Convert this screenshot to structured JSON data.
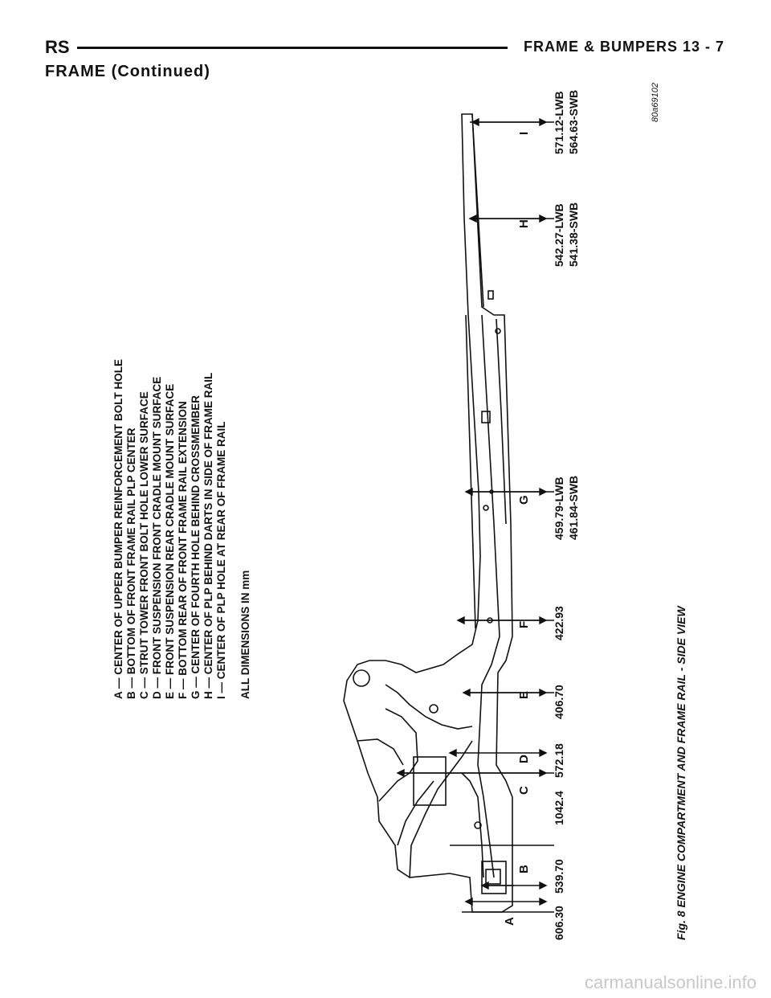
{
  "header": {
    "left": "RS",
    "right": "FRAME & BUMPERS     13 - 7"
  },
  "continued": "FRAME (Continued)",
  "legend": [
    "A — CENTER OF UPPER BUMPER REINFORCEMENT BOLT HOLE",
    "B — BOTTOM OF FRONT FRAME RAIL PLP CENTER",
    "C — STRUT TOWER FRONT BOLT HOLE LOWER SURFACE",
    "D — FRONT SUSPENSION FRONT CRADLE MOUNT SURFACE",
    "E — FRONT SUSPENSION REAR CRADLE MOUNT SURFACE",
    "F — BOTTOM REAR OF FRONT FRAME RAIL EXTENSION",
    "G — CENTER OF FOURTH HOLE BEHIND CROSSMEMBER",
    "H — CENTER OF PLP BEHIND DARTS IN SIDE OF FRAME RAIL",
    "I — CENTER OF PLP HOLE AT REAR OF FRAME RAIL"
  ],
  "all_dims": "ALL DIMENSIONS IN mm",
  "dimensions": [
    {
      "letter": "A",
      "value": "606.30"
    },
    {
      "letter": "B",
      "value": "539.70"
    },
    {
      "letter": "C",
      "value": "1042.4"
    },
    {
      "letter": "D",
      "value": "572.18"
    },
    {
      "letter": "E",
      "value": "406.70"
    },
    {
      "letter": "F",
      "value": "422.93"
    },
    {
      "letter": "G",
      "value": "459.79-LWB",
      "value2": "461.84-SWB"
    },
    {
      "letter": "H",
      "value": "542.27-LWB",
      "value2": "541.38-SWB"
    },
    {
      "letter": "I",
      "value": "571.12-LWB",
      "value2": "564.63-SWB"
    }
  ],
  "art_code": "80a69102",
  "caption": "Fig. 8 ENGINE COMPARTMENT AND FRAME RAIL - SIDE VIEW",
  "watermark": "carmanualsonline.info"
}
